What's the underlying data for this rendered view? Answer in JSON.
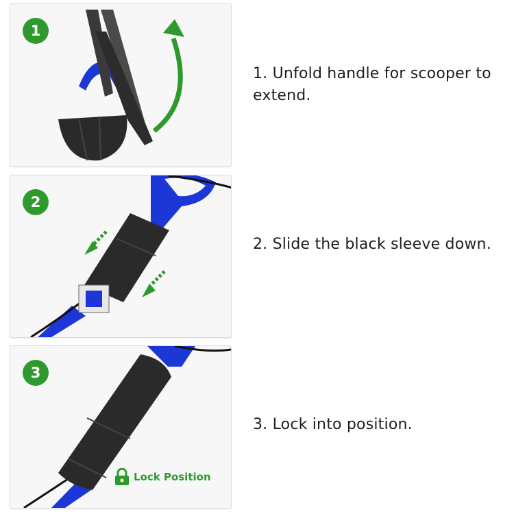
{
  "steps": [
    {
      "number": "1",
      "text": "1. Unfold handle for scooper to extend."
    },
    {
      "number": "2",
      "text": "2. Slide the black sleeve down."
    },
    {
      "number": "3",
      "text": "3. Lock into position.",
      "lock_label": "Lock Position"
    }
  ],
  "colors": {
    "accent_green": "#2e9a2e",
    "handle_blue": "#1c37d6",
    "sleeve_black": "#2a2a2a"
  },
  "icons": [
    "curved-arrow-icon",
    "slide-down-arrow-icon",
    "lock-icon"
  ]
}
